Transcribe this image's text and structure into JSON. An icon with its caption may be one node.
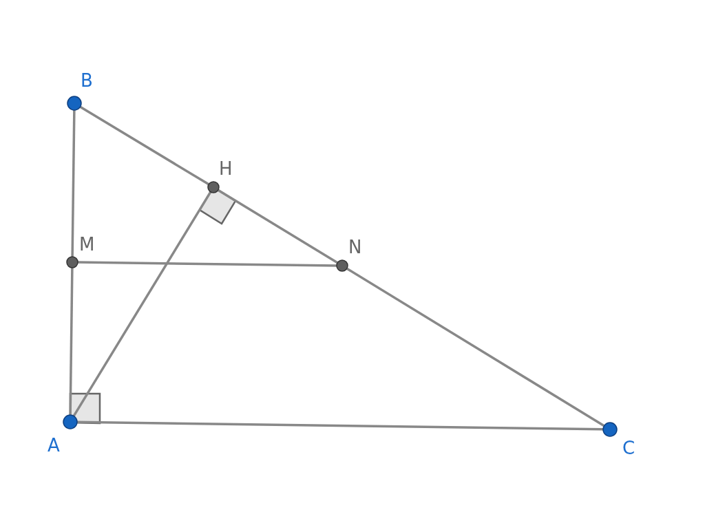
{
  "diagram": {
    "nodes": [
      {
        "text": [],
        "shape": "circle",
        "beside": [
          "B"
        ]
      },
      {
        "text": [],
        "shape": "circle",
        "beside": [
          "H"
        ]
      },
      {
        "text": [],
        "shape": "circle",
        "beside": [
          "M"
        ]
      },
      {
        "text": [],
        "shape": "circle",
        "beside": [
          "N"
        ]
      },
      {
        "text": [],
        "shape": "circle",
        "beside": [
          "A"
        ]
      },
      {
        "text": [],
        "shape": "circle",
        "beside": [
          "C"
        ]
      }
    ],
    "edges": [
      {
        "from": 0,
        "to": 1,
        "arrow": "none"
      },
      {
        "from": 1,
        "to": 3,
        "arrow": "none"
      },
      {
        "from": 3,
        "to": 5,
        "arrow": "none"
      },
      {
        "from": 0,
        "to": 2,
        "arrow": "none"
      },
      {
        "from": 2,
        "to": 4,
        "arrow": "none"
      },
      {
        "from": 4,
        "to": 5,
        "arrow": "none"
      },
      {
        "from": 4,
        "to": 1,
        "arrow": "none"
      },
      {
        "from": 2,
        "to": 3,
        "arrow": "none"
      }
    ]
  }
}
